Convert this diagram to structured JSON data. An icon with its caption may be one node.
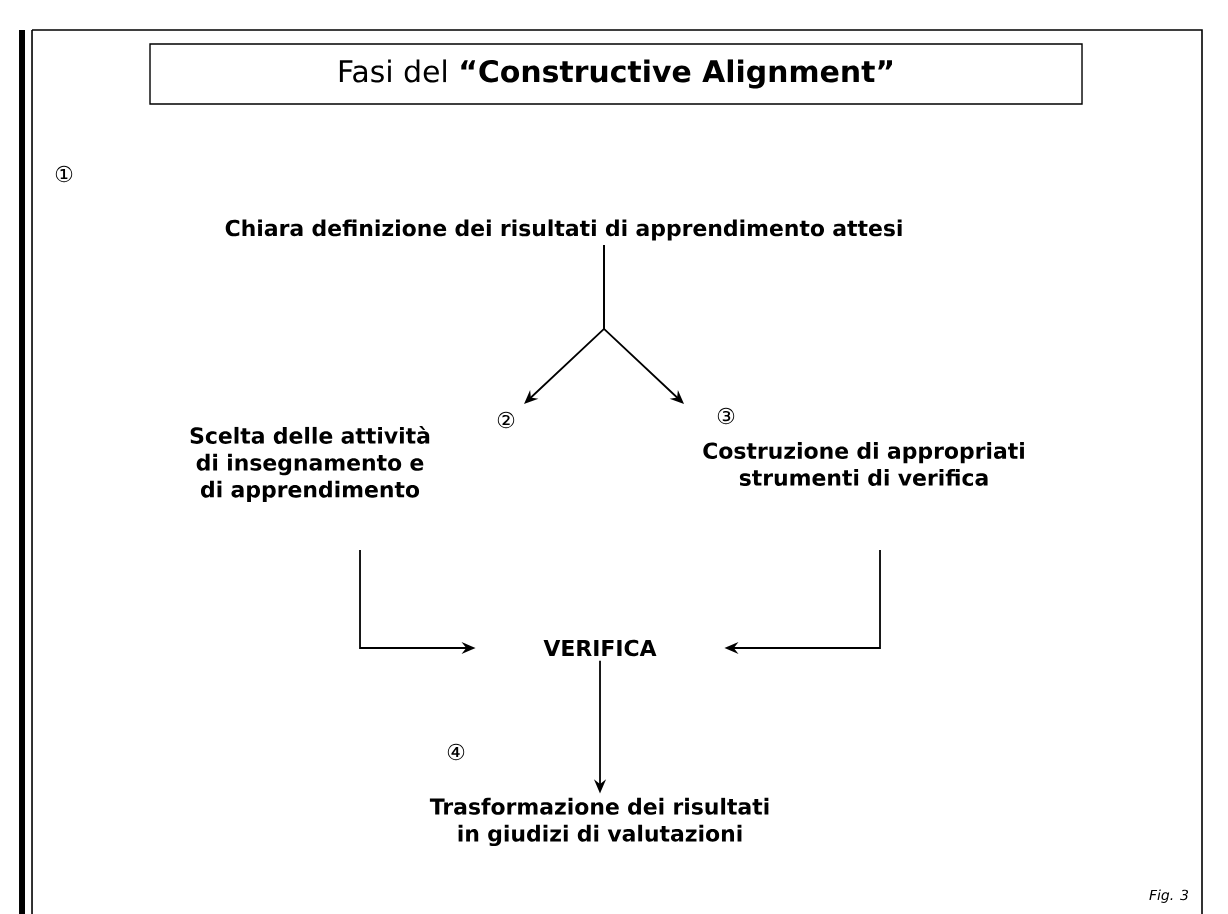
{
  "diagram": {
    "title": "Fasi del **“Constructive Alignment”**",
    "nodes": [
      {
        "text": [
          "Chiara definizione dei risultati di apprendimento attesi"
        ]
      },
      {
        "text": [
          "Scelta delle attività di insegnamento e di apprendimento"
        ],
        "beside": [
          "②"
        ]
      },
      {
        "text": [
          "Costruzione di appropriati strumenti di verifica"
        ],
        "beside": [
          "③"
        ]
      },
      {
        "text": [
          "VERIFICA"
        ]
      },
      {
        "text": [
          "Trasformazione dei risultati in giudizi di valutazioni"
        ],
        "beside": [
          "④"
        ]
      }
    ],
    "edges": [
      {
        "from": 0,
        "to": 1,
        "arrow": "to"
      },
      {
        "from": 0,
        "to": 2,
        "arrow": "to"
      },
      {
        "from": 1,
        "to": 3,
        "arrow": "to"
      },
      {
        "from": 2,
        "to": 3,
        "arrow": "to"
      },
      {
        "from": 3,
        "to": 4,
        "arrow": "to"
      }
    ],
    "labels": [
      "①",
      "Fig. 3"
    ]
  }
}
